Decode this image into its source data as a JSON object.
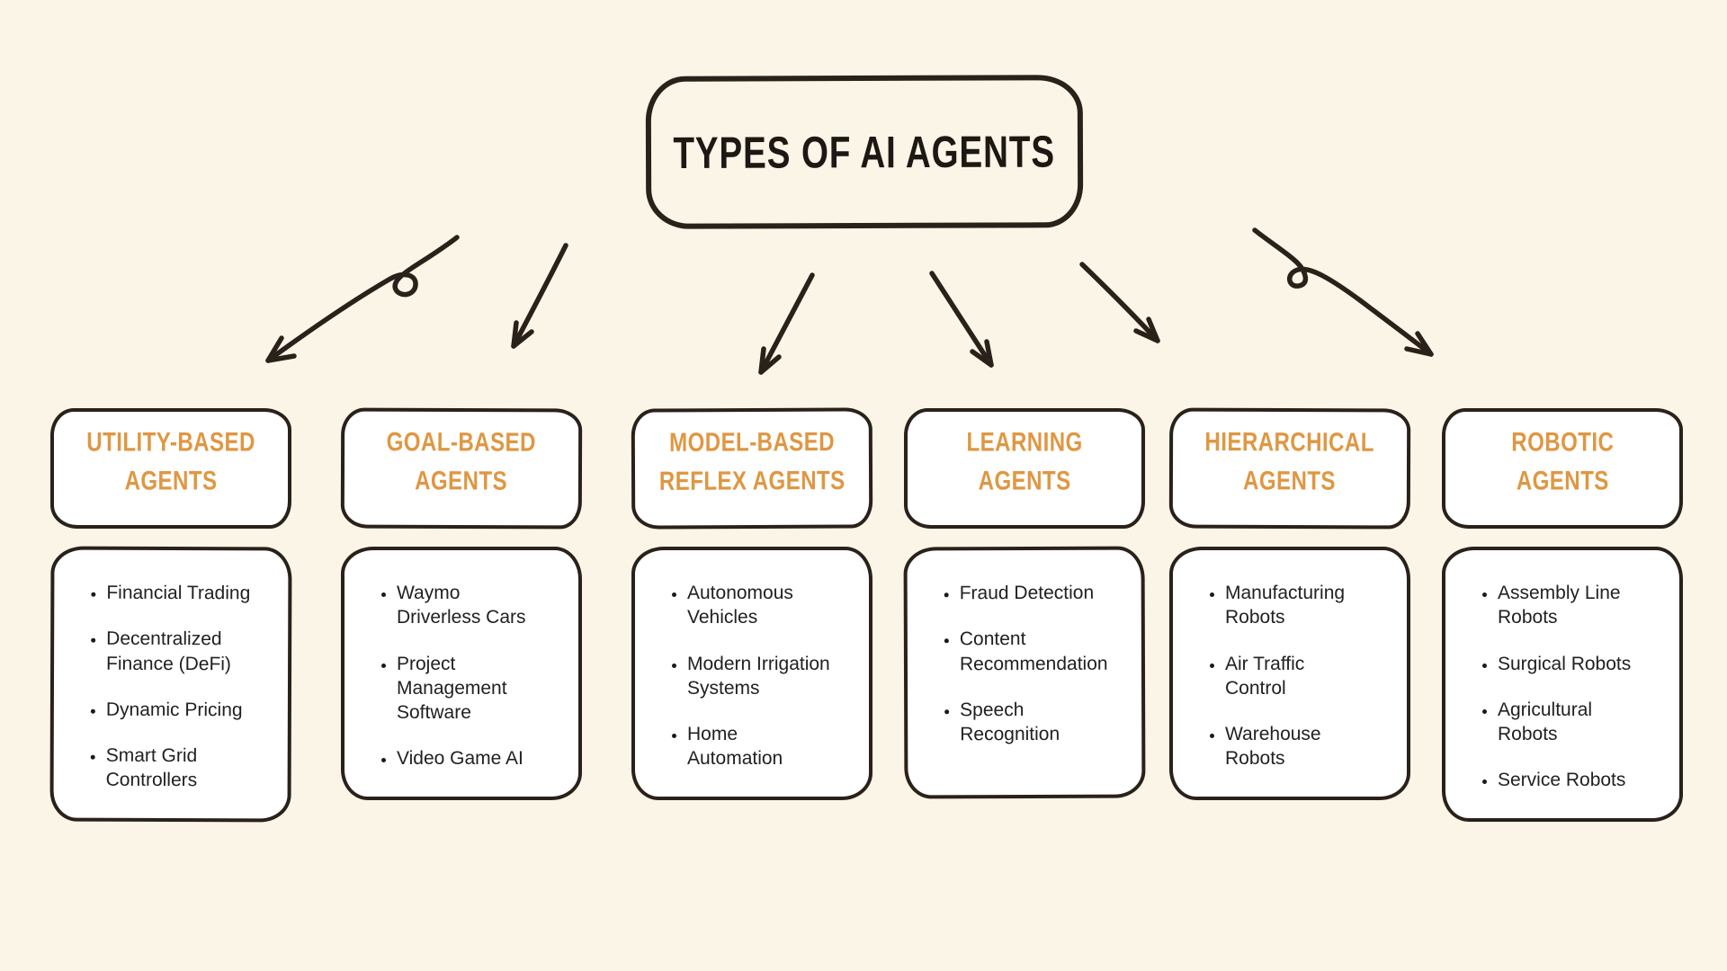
{
  "title": "TYPES OF AI AGENTS",
  "colors": {
    "background": "#FBF5E7",
    "box_fill": "#FFFFFF",
    "ink": "#2A211B",
    "accent_orange": "#DF9742",
    "body_text": "#212121"
  },
  "arrows": [
    "curled-arrow-down-left",
    "straight-arrow-down-left",
    "straight-arrow-down-left",
    "straight-arrow-down-right",
    "straight-arrow-down-right",
    "curled-arrow-down-right"
  ],
  "columns": [
    {
      "heading": "UTILITY-BASED\nAGENTS",
      "items": [
        "Financial Trading",
        "Decentralized\nFinance (DeFi)",
        "Dynamic Pricing",
        "Smart Grid\nControllers"
      ]
    },
    {
      "heading": "GOAL-BASED\nAGENTS",
      "items": [
        "Waymo\nDriverless Cars",
        "Project\nManagement\nSoftware",
        "Video Game AI"
      ]
    },
    {
      "heading": "MODEL-BASED\nREFLEX AGENTS",
      "items": [
        "Autonomous\nVehicles",
        "Modern Irrigation\nSystems",
        "Home\nAutomation"
      ]
    },
    {
      "heading": "LEARNING\nAGENTS",
      "items": [
        "Fraud Detection",
        "Content\nRecommendation",
        "Speech\nRecognition"
      ]
    },
    {
      "heading": "HIERARCHICAL\nAGENTS",
      "items": [
        "Manufacturing\nRobots",
        "Air Traffic\nControl",
        "Warehouse\nRobots"
      ]
    },
    {
      "heading": "ROBOTIC\nAGENTS",
      "items": [
        "Assembly Line\nRobots",
        "Surgical Robots",
        "Agricultural\nRobots",
        "Service Robots"
      ]
    }
  ]
}
